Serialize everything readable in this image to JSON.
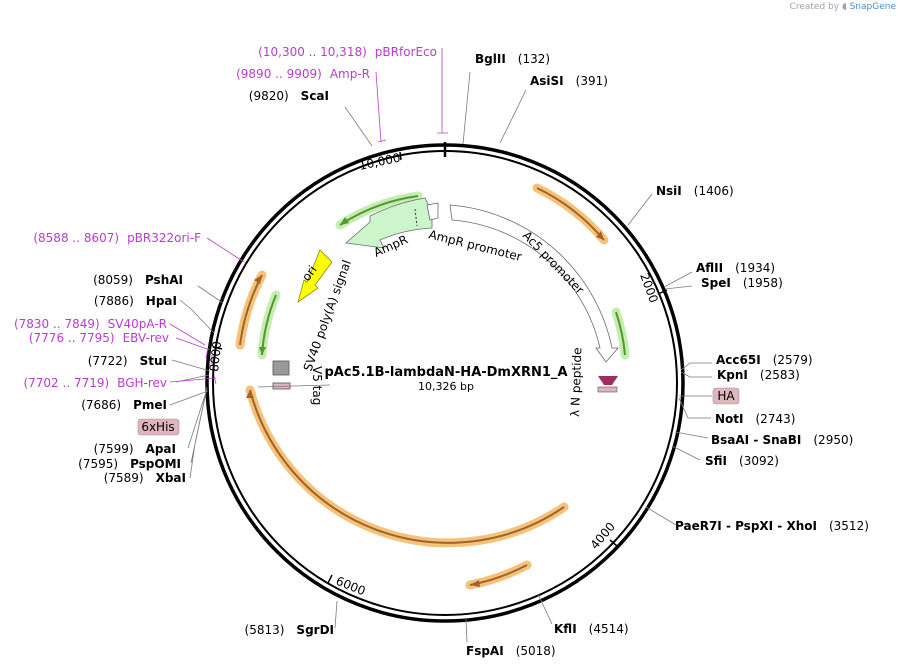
{
  "credit": {
    "prefix": "Created by",
    "brand": "SnapGene"
  },
  "map": {
    "name": "pAc5.1B-lambdaN-HA-DmXRN1_A",
    "size_label": "10,326 bp",
    "total_bp": 10326,
    "ticks": [
      {
        "bp": 2000,
        "label": "2000"
      },
      {
        "bp": 4000,
        "label": "4000"
      },
      {
        "bp": 6000,
        "label": "6000"
      },
      {
        "bp": 8000,
        "label": "8000"
      },
      {
        "bp": 10000,
        "label": "10,000"
      }
    ],
    "enzymes": [
      {
        "name": "BglII",
        "pos": "(132)"
      },
      {
        "name": "AsiSI",
        "pos": "(391)"
      },
      {
        "name": "NsiI",
        "pos": "(1406)"
      },
      {
        "name": "AflII",
        "pos": "(1934)"
      },
      {
        "name": "SpeI",
        "pos": "(1958)"
      },
      {
        "name": "Acc65I",
        "pos": "(2579)"
      },
      {
        "name": "KpnI",
        "pos": "(2583)"
      },
      {
        "name": "NotI",
        "pos": "(2743)"
      },
      {
        "name": "BsaAI - SnaBI",
        "pos": "(2950)"
      },
      {
        "name": "SfiI",
        "pos": "(3092)"
      },
      {
        "name": "PaeR7I - PspXI - XhoI",
        "pos": "(3512)"
      },
      {
        "name": "KflI",
        "pos": "(4514)"
      },
      {
        "name": "FspAI",
        "pos": "(5018)"
      },
      {
        "name": "SgrDI",
        "pos": "(5813)"
      },
      {
        "name": "XbaI",
        "pos": "(7589)"
      },
      {
        "name": "PspOMI",
        "pos": "(7595)"
      },
      {
        "name": "ApaI",
        "pos": "(7599)"
      },
      {
        "name": "PmeI",
        "pos": "(7686)"
      },
      {
        "name": "StuI",
        "pos": "(7722)"
      },
      {
        "name": "HpaI",
        "pos": "(7886)"
      },
      {
        "name": "PshAI",
        "pos": "(8059)"
      },
      {
        "name": "ScaI",
        "pos": "(9820)"
      }
    ],
    "primers": [
      {
        "name": "pBRforEco",
        "range": "(10,300 .. 10,318)"
      },
      {
        "name": "Amp-R",
        "range": "(9890 .. 9909)"
      },
      {
        "name": "pBR322ori-F",
        "range": "(8588 .. 8607)"
      },
      {
        "name": "SV40pA-R",
        "range": "(7830 .. 7849)"
      },
      {
        "name": "EBV-rev",
        "range": "(7776 .. 7795)"
      },
      {
        "name": "BGH-rev",
        "range": "(7702 .. 7719)"
      }
    ],
    "tags": [
      {
        "name": "HA",
        "color": "#e0b4bd"
      },
      {
        "name": "6xHis",
        "color": "#e0b4bd"
      }
    ],
    "features": {
      "ampr": "AmpR",
      "ampr_promoter": "AmpR promoter",
      "ac5_promoter": "Ac5 promoter",
      "lambda_n": "λ N peptide",
      "ori": "ori",
      "sv40": "SV40 poly(A) signal",
      "v5": "V5 tag"
    },
    "colors": {
      "orf_fill": "#f5c27a",
      "orf_arrow": "#a0642a",
      "green_glow": "#c7ecb2",
      "green_arrow": "#4f9a2d",
      "ampr_fill": "#ccf5cc",
      "ori_fill": "#ffff00",
      "primer": "#b83dcc",
      "lambda": "#9b2f5e"
    }
  }
}
